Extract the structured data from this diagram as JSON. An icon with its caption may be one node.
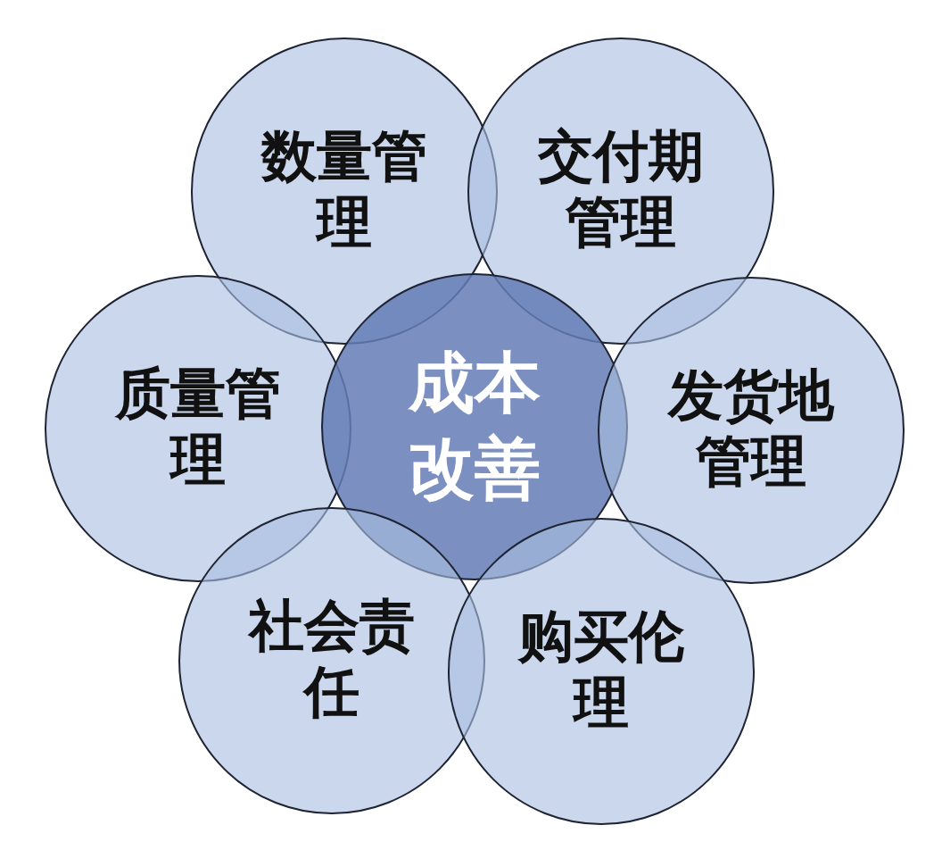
{
  "diagram": {
    "nodes": [
      {
        "text": [
          "数量管理"
        ]
      },
      {
        "text": [
          "交付期管理"
        ]
      },
      {
        "text": [
          "质量管理"
        ]
      },
      {
        "text": [
          "成本改善"
        ]
      },
      {
        "text": [
          "发货地管理"
        ]
      },
      {
        "text": [
          "社会责任"
        ]
      },
      {
        "text": [
          "购买伦理"
        ]
      }
    ]
  }
}
